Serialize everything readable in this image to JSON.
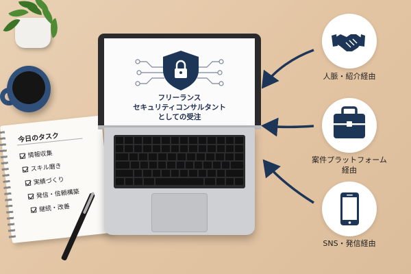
{
  "screen": {
    "title_lines": [
      "フリーランス",
      "セキュリティコンサルタント",
      "としての受注"
    ]
  },
  "notebook": {
    "title": "今日のタスク",
    "tasks": [
      "情報収集",
      "スキル磨き",
      "実績づくり",
      "発信・信頼構築",
      "継続・改善"
    ]
  },
  "channels": [
    {
      "label_lines": [
        "人脈・紹介経由"
      ],
      "icon": "handshake-icon"
    },
    {
      "label_lines": [
        "案件プラットフォーム",
        "経由"
      ],
      "icon": "briefcase-icon"
    },
    {
      "label_lines": [
        "SNS・発信経由"
      ],
      "icon": "smartphone-icon"
    }
  ],
  "colors": {
    "navy": "#1d3557",
    "desk": "#e5c9a8"
  }
}
